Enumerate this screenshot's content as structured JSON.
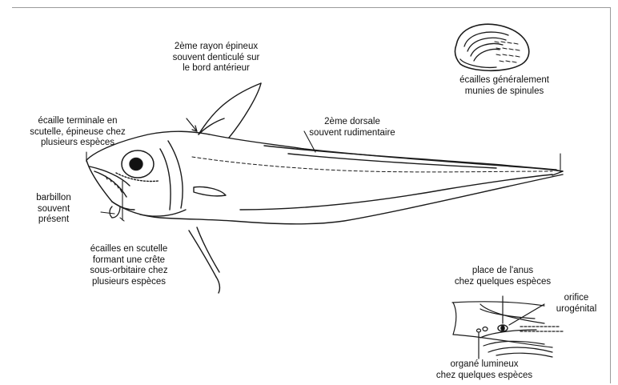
{
  "labels": {
    "second_spine": [
      "2ème rayon épineux",
      "souvent denticulé sur",
      "le bord antérieur"
    ],
    "scales": [
      "écailles généralement",
      "munies de spinules"
    ],
    "terminal_scale": [
      "écaille terminale en",
      "scutelle, épineuse chez",
      "plusieurs espèces"
    ],
    "second_dorsal": [
      "2ème dorsale",
      "souvent rudimentaire"
    ],
    "barbel": [
      "barbillon",
      "souvent",
      "présent"
    ],
    "scute_scales": [
      "écailles en scutelle",
      "formant une crête",
      "sous-orbitaire chez",
      "plusieurs espèces"
    ],
    "anus": [
      "place de l'anus",
      "chez quelques espèces"
    ],
    "urogenital": [
      "orifice",
      "urogénital"
    ],
    "light_organ": [
      "organé lumineux",
      "chez quelques espèces"
    ]
  },
  "colors": {
    "ink": "#1a1a1a",
    "frame": "#9a9a9a"
  }
}
